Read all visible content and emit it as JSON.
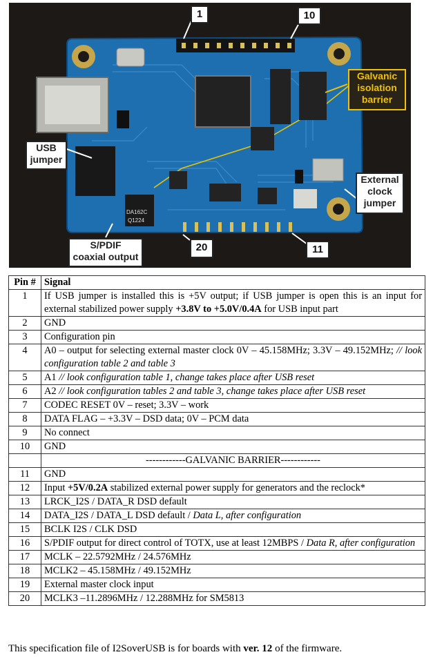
{
  "photo": {
    "labels": {
      "pin1": "1",
      "pin10": "10",
      "pin20": "20",
      "pin11": "11",
      "usb_jumper": [
        "USB",
        "jumper"
      ],
      "galvanic": [
        "Galvanic",
        "isolation",
        "barrier"
      ],
      "external_clock": [
        "External",
        "clock",
        "jumper"
      ],
      "spdif": [
        "S/PDIF",
        "coaxial output"
      ]
    },
    "chip_text": [
      "DA162C",
      "Q1224"
    ],
    "colors": {
      "pcb": "#1e6fb0",
      "background": "#1c1916",
      "callout_yellow": "#f2c200"
    }
  },
  "table": {
    "header": {
      "pin": "Pin #",
      "signal": "Signal"
    },
    "rows": [
      {
        "pin": "1",
        "parts": [
          {
            "t": "If USB jumper is installed this is +5V output; if USB jumper is open this is an input for external stabilized power supply "
          },
          {
            "t": "+3.8V to +5.0V/0.4A",
            "b": true
          },
          {
            "t": " for USB input part"
          }
        ]
      },
      {
        "pin": "2",
        "parts": [
          {
            "t": "GND"
          }
        ]
      },
      {
        "pin": "3",
        "parts": [
          {
            "t": "Configuration pin"
          }
        ]
      },
      {
        "pin": "4",
        "parts": [
          {
            "t": "A0 – output for selecting external master clock 0V – 45.158MHz; 3.3V – 49.152MHz; "
          },
          {
            "t": "// look configuration table 2 and table 3",
            "i": true
          }
        ]
      },
      {
        "pin": "5",
        "parts": [
          {
            "t": "A1 "
          },
          {
            "t": "// look configuration table 1, change takes place after USB reset",
            "i": true
          }
        ]
      },
      {
        "pin": "6",
        "parts": [
          {
            "t": "A2 "
          },
          {
            "t": "// look configuration tables 2 and table 3, change takes place after USB reset",
            "i": true
          }
        ]
      },
      {
        "pin": "7",
        "parts": [
          {
            "t": "CODEC RESET 0V – reset; 3.3V – work"
          }
        ]
      },
      {
        "pin": "8",
        "parts": [
          {
            "t": "DATA FLAG – +3.3V – DSD data; 0V – PCM data"
          }
        ]
      },
      {
        "pin": "9",
        "parts": [
          {
            "t": "No connect"
          }
        ]
      },
      {
        "pin": "10",
        "parts": [
          {
            "t": "GND"
          }
        ]
      },
      {
        "pin": "",
        "barrier": true,
        "parts": [
          {
            "t": "------------GALVANIC BARRIER------------"
          }
        ]
      },
      {
        "pin": "11",
        "parts": [
          {
            "t": "GND"
          }
        ]
      },
      {
        "pin": "12",
        "parts": [
          {
            "t": "Input "
          },
          {
            "t": "+5V/0.2A",
            "b": true
          },
          {
            "t": " stabilized external power supply for generators and the reclock*"
          }
        ]
      },
      {
        "pin": "13",
        "parts": [
          {
            "t": "LRCK_I2S / DATA_R DSD default"
          }
        ]
      },
      {
        "pin": "14",
        "parts": [
          {
            "t": "DATA_I2S / DATA_L DSD default / "
          },
          {
            "t": "Data L, after configuration",
            "i": true
          }
        ]
      },
      {
        "pin": "15",
        "parts": [
          {
            "t": "BCLK I2S / CLK DSD"
          }
        ]
      },
      {
        "pin": "16",
        "parts": [
          {
            "t": "S/PDIF output for direct control of TOTX, use at least 12MBPS / "
          },
          {
            "t": "Data R, after configuration",
            "i": true
          }
        ]
      },
      {
        "pin": "17",
        "parts": [
          {
            "t": "MCLK – 22.5792MHz / 24.576MHz"
          }
        ]
      },
      {
        "pin": "18",
        "parts": [
          {
            "t": "MCLK2 – 45.158MHz / 49.152MHz"
          }
        ]
      },
      {
        "pin": "19",
        "parts": [
          {
            "t": "External master clock input"
          }
        ]
      },
      {
        "pin": "20",
        "parts": [
          {
            "t": "MCLK3 –11.2896MHz / 12.288MHz for SM5813"
          }
        ]
      }
    ]
  },
  "footnote": {
    "before": "This specification file of I2SoverUSB is for boards with ",
    "bold": "ver. 12",
    "after": " of the firmware."
  }
}
